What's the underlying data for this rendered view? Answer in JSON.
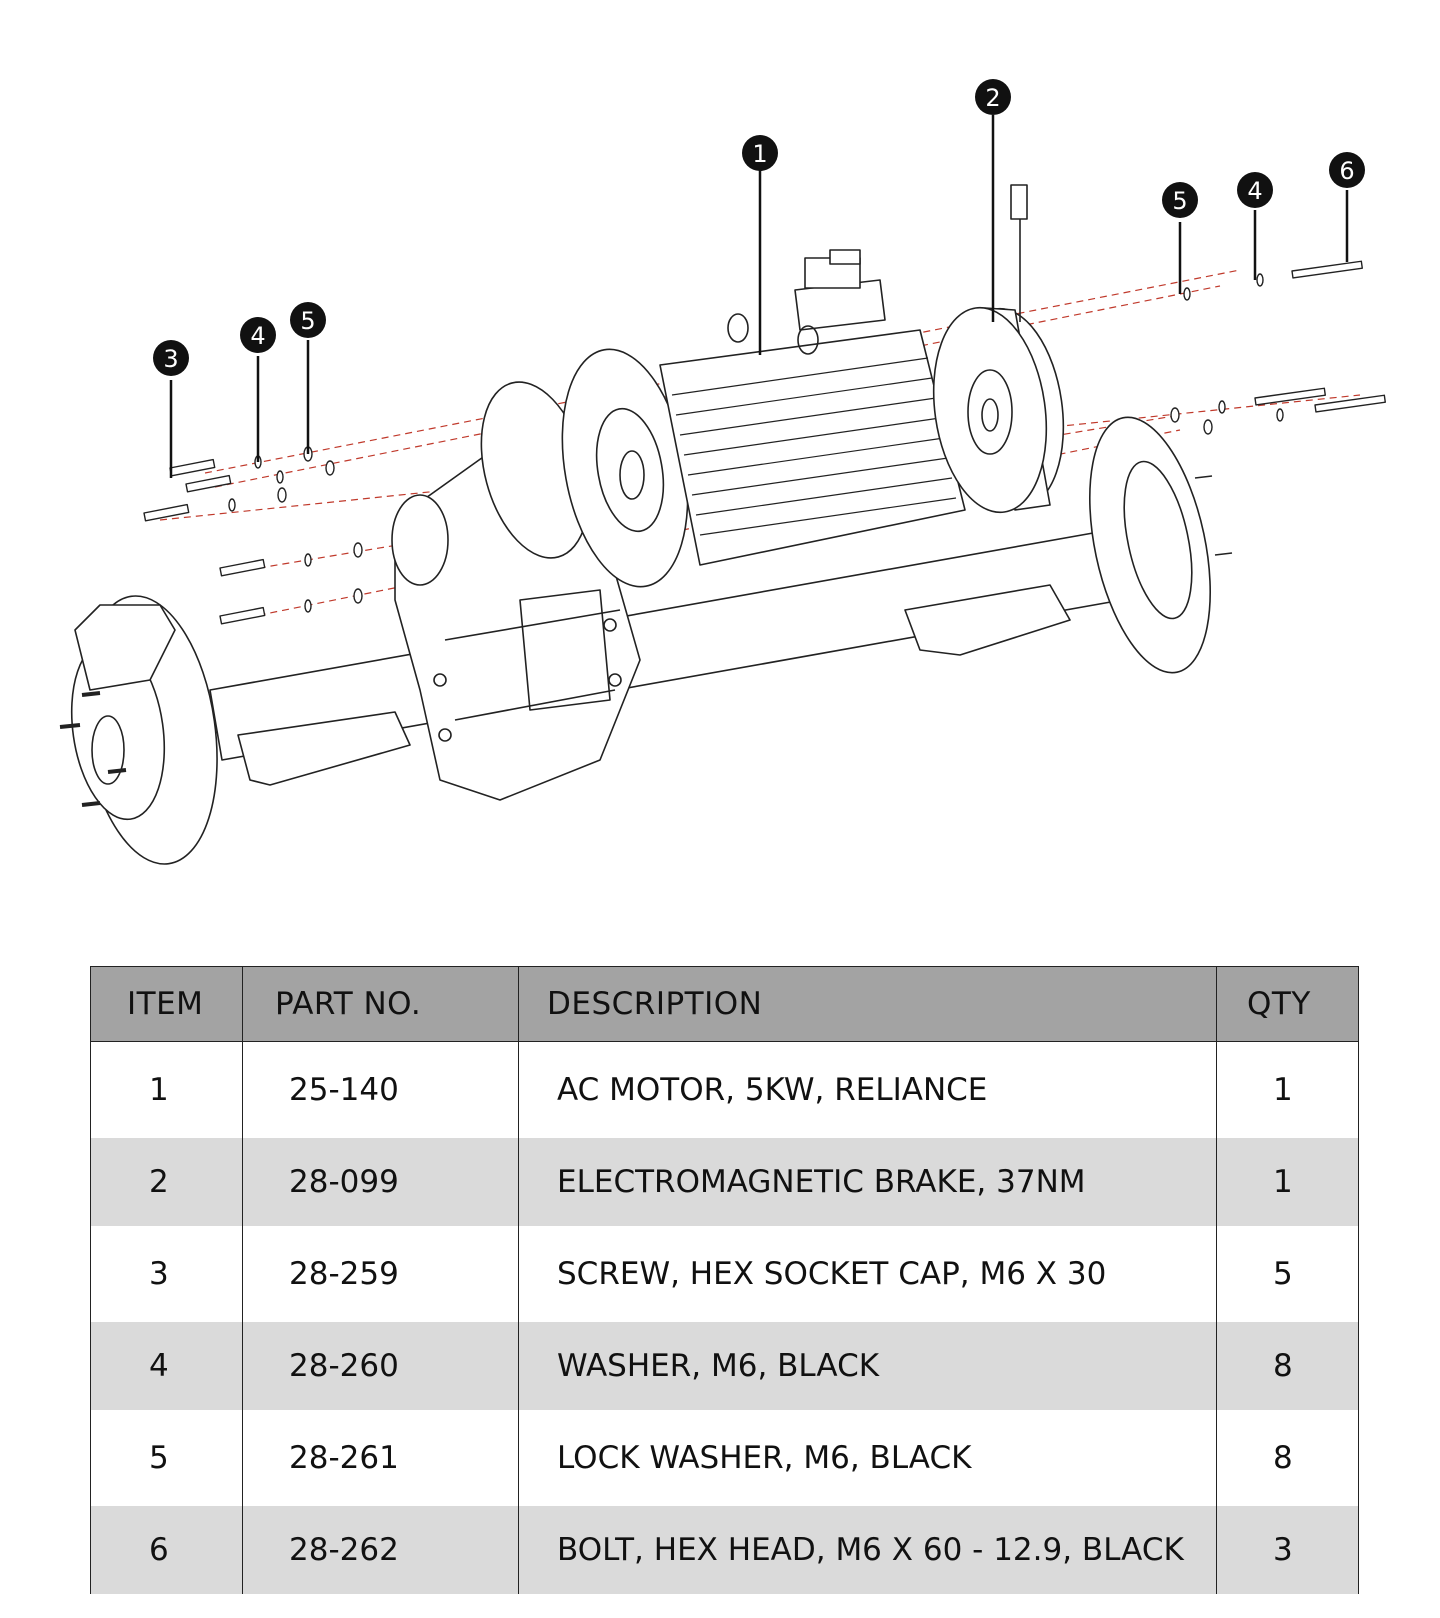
{
  "callouts": {
    "c1": "1",
    "c2": "2",
    "c3": "3",
    "c4a": "4",
    "c5a": "5",
    "c5b": "5",
    "c4b": "4",
    "c6": "6"
  },
  "table": {
    "headers": [
      "ITEM",
      "PART  NO.",
      "DESCRIPTION",
      "QTY"
    ],
    "rows": [
      {
        "item": "1",
        "part": "25-140",
        "description": "AC MOTOR, 5KW, RELIANCE",
        "qty": "1"
      },
      {
        "item": "2",
        "part": "28-099",
        "description": "ELECTROMAGNETIC BRAKE, 37NM",
        "qty": "1"
      },
      {
        "item": "3",
        "part": "28-259",
        "description": "SCREW, HEX SOCKET CAP, M6 X 30",
        "qty": "5"
      },
      {
        "item": "4",
        "part": "28-260",
        "description": "WASHER, M6, BLACK",
        "qty": "8"
      },
      {
        "item": "5",
        "part": "28-261",
        "description": "LOCK WASHER, M6, BLACK",
        "qty": "8"
      },
      {
        "item": "6",
        "part": "28-262",
        "description": "BOLT, HEX HEAD, M6 X 60 - 12.9, BLACK",
        "qty": "3"
      }
    ]
  },
  "colors": {
    "header_bg": "#a3a3a3",
    "shade_bg": "#dadada",
    "line": "#222222",
    "dash": "#c0392b"
  }
}
